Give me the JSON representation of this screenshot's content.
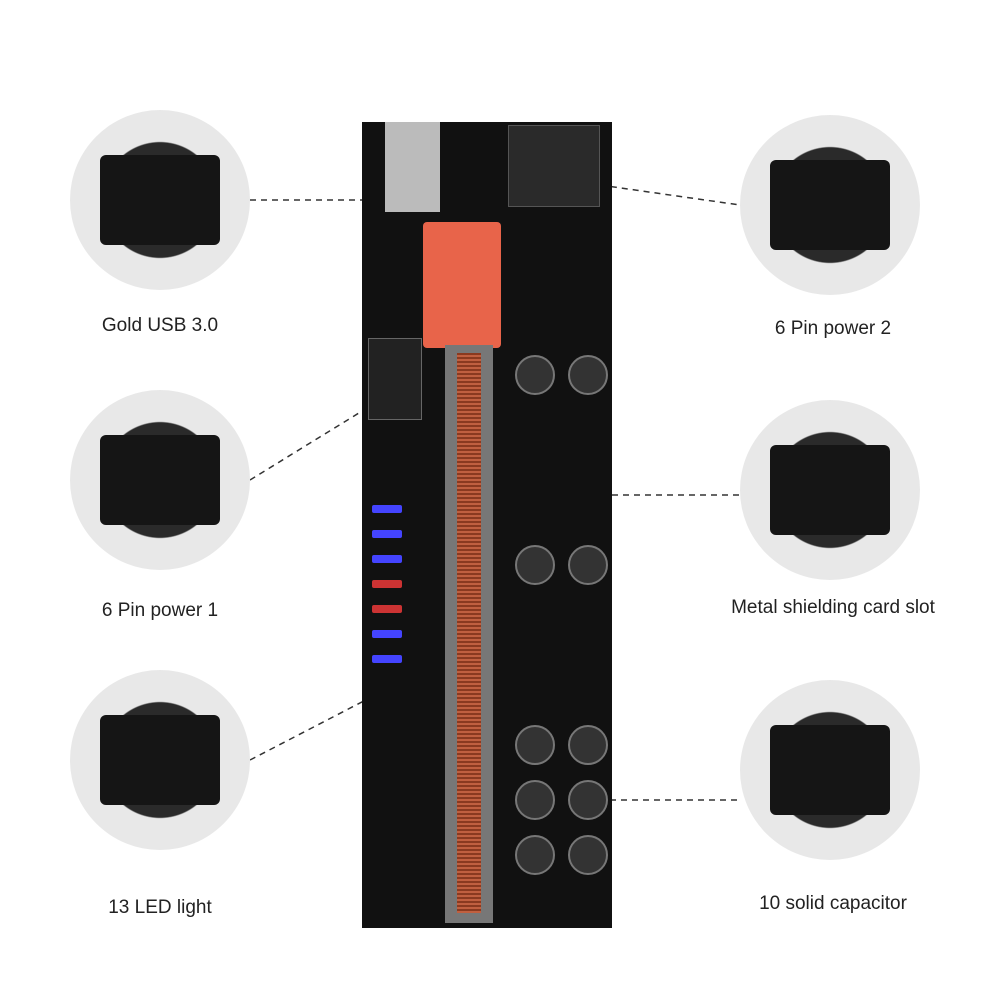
{
  "callouts": {
    "left": [
      "Gold USB 3.0",
      "6 Pin power 1",
      "13 LED light"
    ],
    "right": [
      "6 Pin power 2",
      "Metal shielding card slot",
      "10 solid capacitor"
    ]
  },
  "colors": {
    "board": "#111111",
    "latch": "#e8644a",
    "leds": "#4444ff"
  }
}
